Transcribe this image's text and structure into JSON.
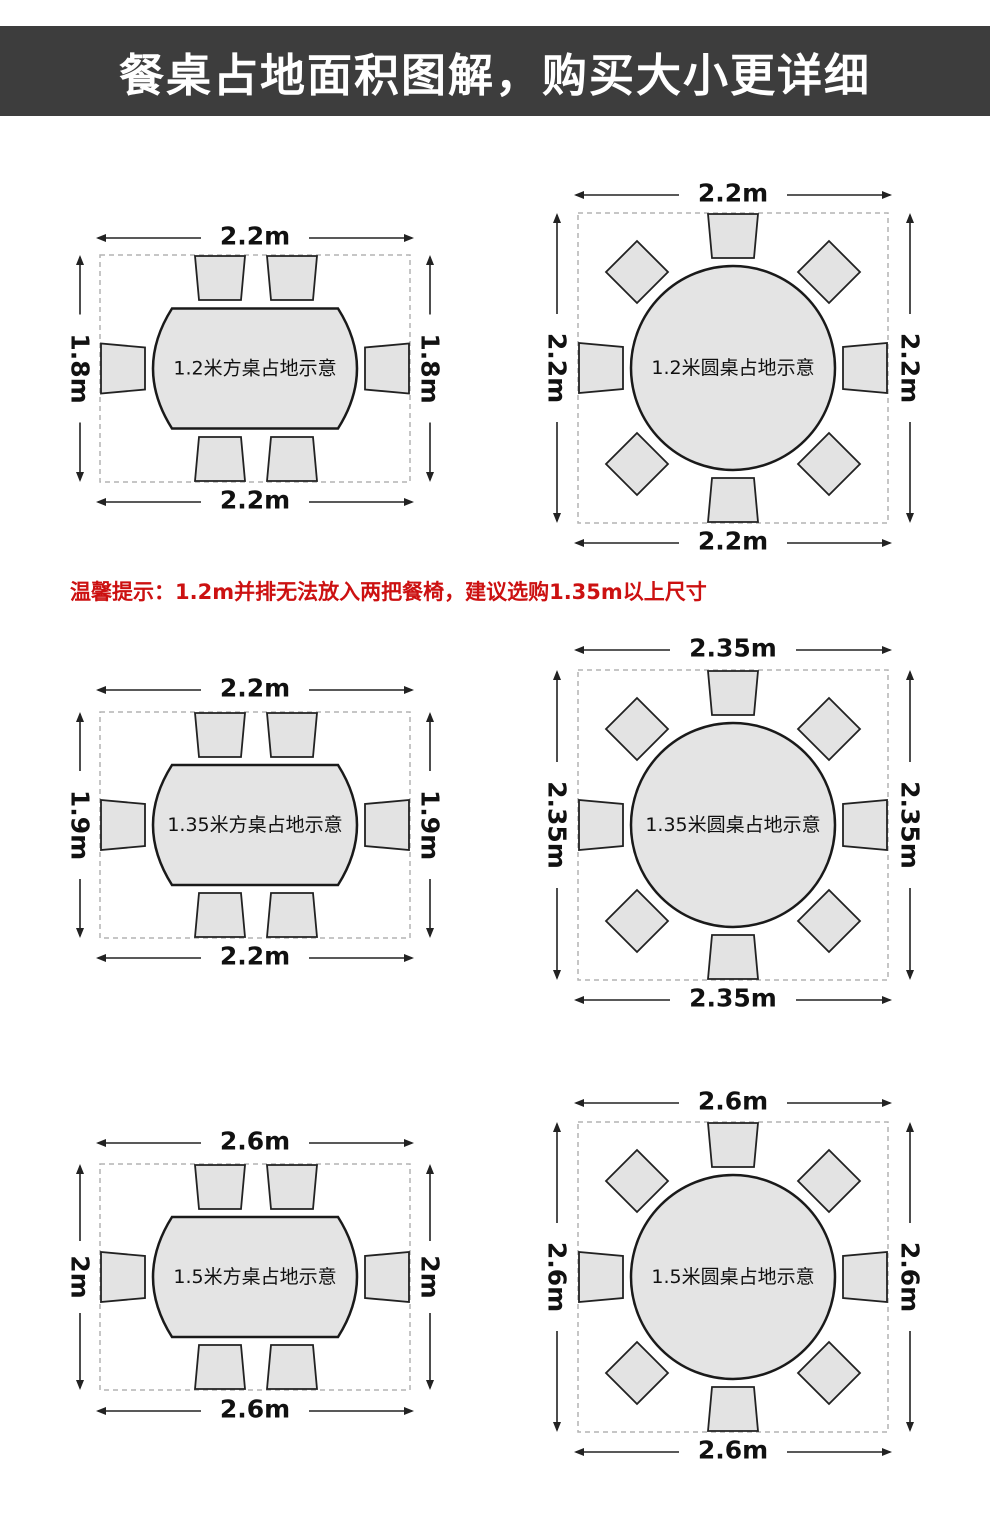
{
  "header": {
    "title": "餐桌占地面积图解，购买大小更详细"
  },
  "notice": {
    "text": "温馨提示：1.2m并排无法放入两把餐椅，建议选购1.35m以上尺寸"
  },
  "colors": {
    "banner": "#3d3d3d",
    "notice": "#cc1111",
    "table_fill": "#e4e4e4",
    "chair_fill": "#e3e3e3"
  },
  "layouts": [
    {
      "shape": "rect",
      "caption": "1.2米方桌占地示意",
      "width": "2.2m",
      "height": "1.8m",
      "chairs": 6
    },
    {
      "shape": "round",
      "caption": "1.2米圆桌占地示意",
      "width": "2.2m",
      "height": "2.2m",
      "chairs": 8
    },
    {
      "shape": "rect",
      "caption": "1.35米方桌占地示意",
      "width": "2.2m",
      "height": "1.9m",
      "chairs": 6
    },
    {
      "shape": "round",
      "caption": "1.35米圆桌占地示意",
      "width": "2.35m",
      "height": "2.35m",
      "chairs": 8
    },
    {
      "shape": "rect",
      "caption": "1.5米方桌占地示意",
      "width": "2.6m",
      "height": "2m",
      "chairs": 6
    },
    {
      "shape": "round",
      "caption": "1.5米圆桌占地示意",
      "width": "2.6m",
      "height": "2.6m",
      "chairs": 8
    }
  ]
}
